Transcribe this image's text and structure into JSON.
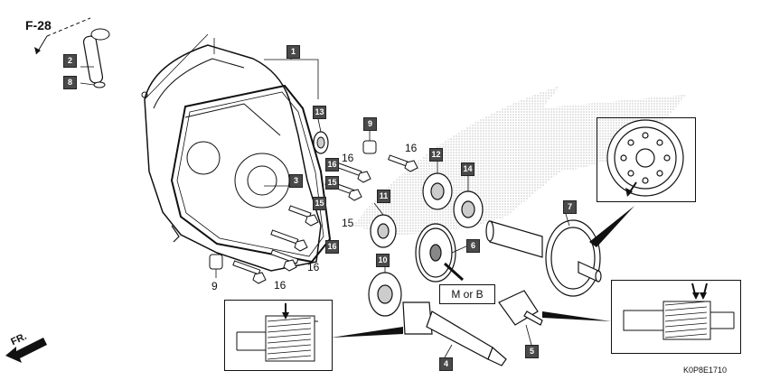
{
  "header": {
    "section_ref": "F-28"
  },
  "direction": {
    "label": "FR."
  },
  "catalog_code": "K0P8E1710",
  "note_box": {
    "label": "M or B"
  },
  "callouts_boxed": [
    "1",
    "2",
    "3",
    "4",
    "5",
    "6",
    "7",
    "8",
    "9",
    "10",
    "11",
    "12",
    "13",
    "14",
    "15"
  ],
  "labels_plain": {
    "a": "16",
    "b": "15",
    "c": "16",
    "d": "16",
    "e": "9",
    "f": "16"
  },
  "boxed_extra": {
    "a": "16",
    "b": "15",
    "c": "16"
  }
}
